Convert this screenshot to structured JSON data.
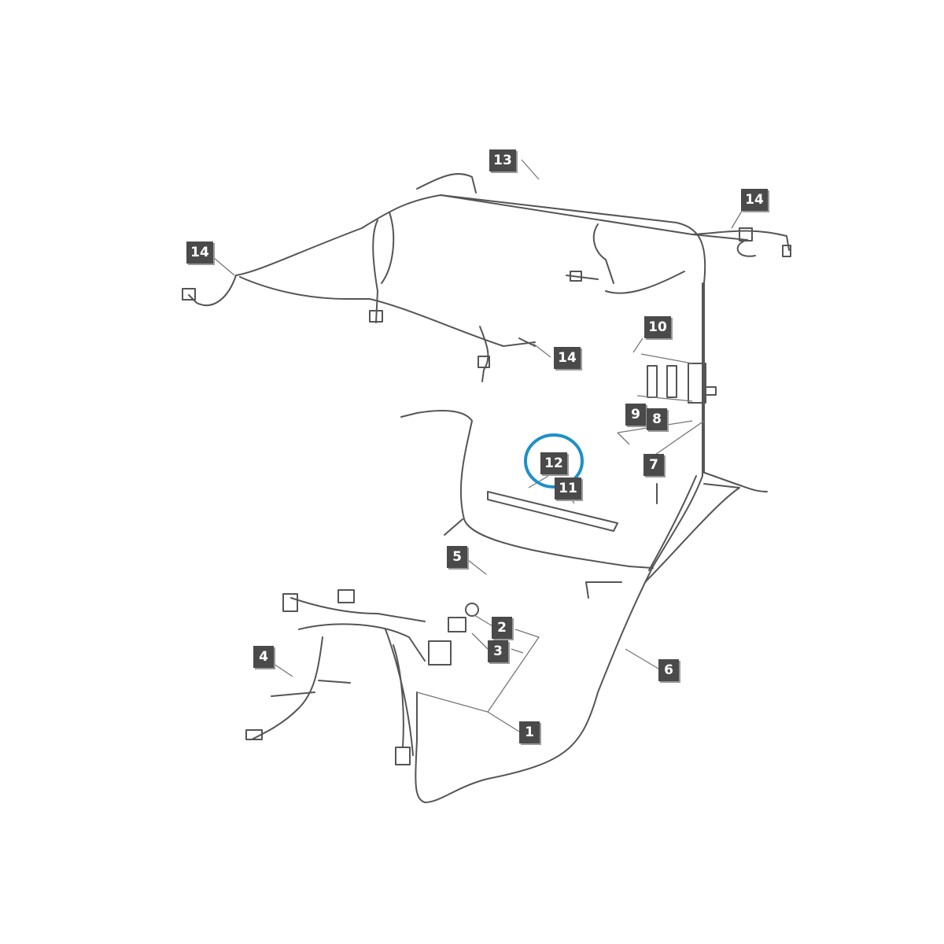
{
  "diagram": {
    "callouts": [
      {
        "id": "c13",
        "label": "13"
      },
      {
        "id": "c14a",
        "label": "14"
      },
      {
        "id": "c14b",
        "label": "14"
      },
      {
        "id": "c14c",
        "label": "14"
      },
      {
        "id": "c10",
        "label": "10"
      },
      {
        "id": "c9",
        "label": "9"
      },
      {
        "id": "c8",
        "label": "8"
      },
      {
        "id": "c7",
        "label": "7"
      },
      {
        "id": "c12",
        "label": "12"
      },
      {
        "id": "c11",
        "label": "11"
      },
      {
        "id": "c5",
        "label": "5"
      },
      {
        "id": "c2",
        "label": "2"
      },
      {
        "id": "c3",
        "label": "3"
      },
      {
        "id": "c4",
        "label": "4"
      },
      {
        "id": "c6",
        "label": "6"
      },
      {
        "id": "c1",
        "label": "1"
      }
    ],
    "highlighted_part": "12",
    "colors": {
      "callout_bg": "#4a4a4a",
      "callout_text": "#ffffff",
      "line_art": "#555555",
      "highlight_ring": "#1e90c8"
    }
  }
}
